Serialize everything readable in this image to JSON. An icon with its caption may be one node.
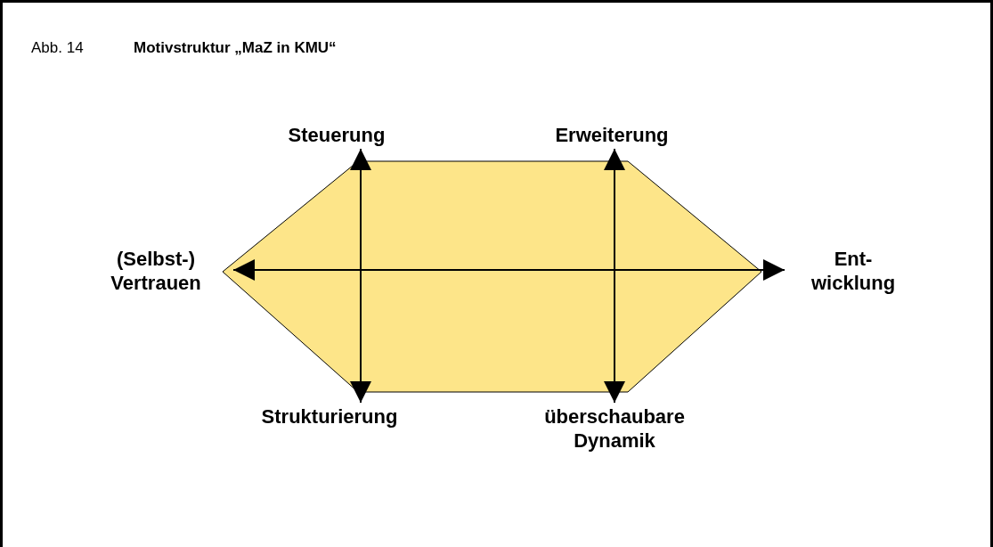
{
  "diagram": {
    "title": "Motivstruktur „MaZ in KMU“",
    "nodes": [
      {
        "text": [
          "Steuerung"
        ]
      },
      {
        "text": [
          "Erweiterung"
        ]
      },
      {
        "text": [
          "(Selbst-) Vertrauen"
        ]
      },
      {
        "text": [
          "Ent- wicklung"
        ]
      },
      {
        "text": [
          "Strukturierung"
        ]
      },
      {
        "text": [
          "überschaubare Dynamik"
        ]
      }
    ],
    "edges": [
      {
        "from": 0,
        "to": 4,
        "arrow": "both"
      },
      {
        "from": 1,
        "to": 5,
        "arrow": "both"
      },
      {
        "from": 2,
        "to": 3,
        "arrow": "both"
      }
    ],
    "labels": [
      "Abb. 14"
    ]
  }
}
